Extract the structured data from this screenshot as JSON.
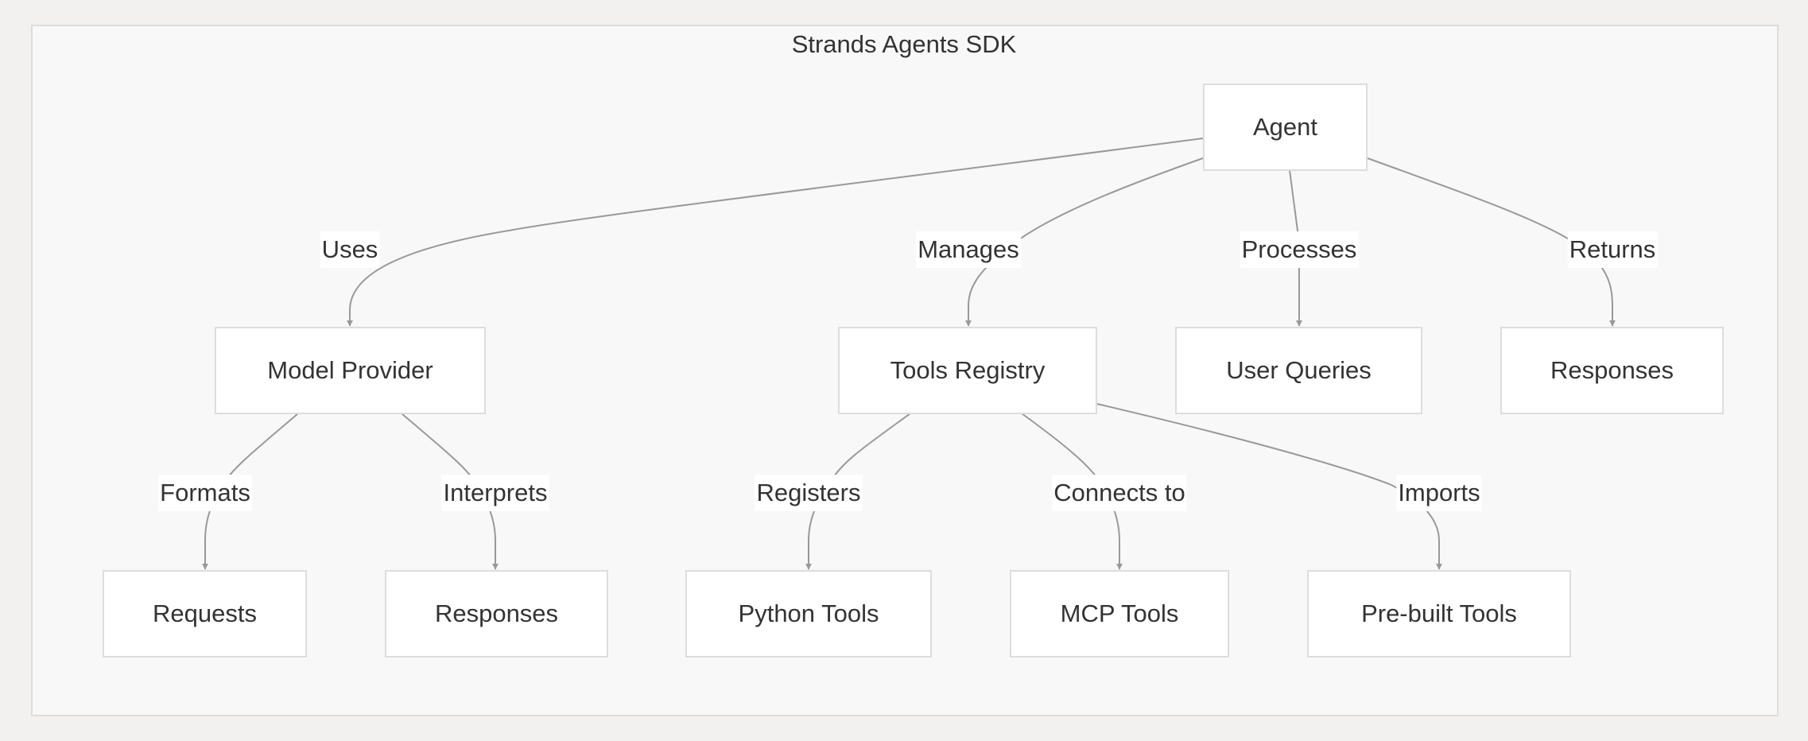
{
  "title": "Strands Agents SDK",
  "nodes": {
    "agent": "Agent",
    "model_provider": "Model Provider",
    "tools_registry": "Tools Registry",
    "user_queries": "User Queries",
    "responses_top": "Responses",
    "requests": "Requests",
    "responses_bottom": "Responses",
    "python_tools": "Python Tools",
    "mcp_tools": "MCP Tools",
    "prebuilt_tools": "Pre-built Tools"
  },
  "edges": {
    "uses": "Uses",
    "manages": "Manages",
    "processes": "Processes",
    "returns": "Returns",
    "formats": "Formats",
    "interprets": "Interprets",
    "registers": "Registers",
    "connects_to": "Connects to",
    "imports": "Imports"
  },
  "colors": {
    "background": "#f2f1f0",
    "frame": "#f8f8f8",
    "node_fill": "#ffffff",
    "node_border": "#dddddd",
    "edge": "#999999",
    "text": "#333333"
  }
}
